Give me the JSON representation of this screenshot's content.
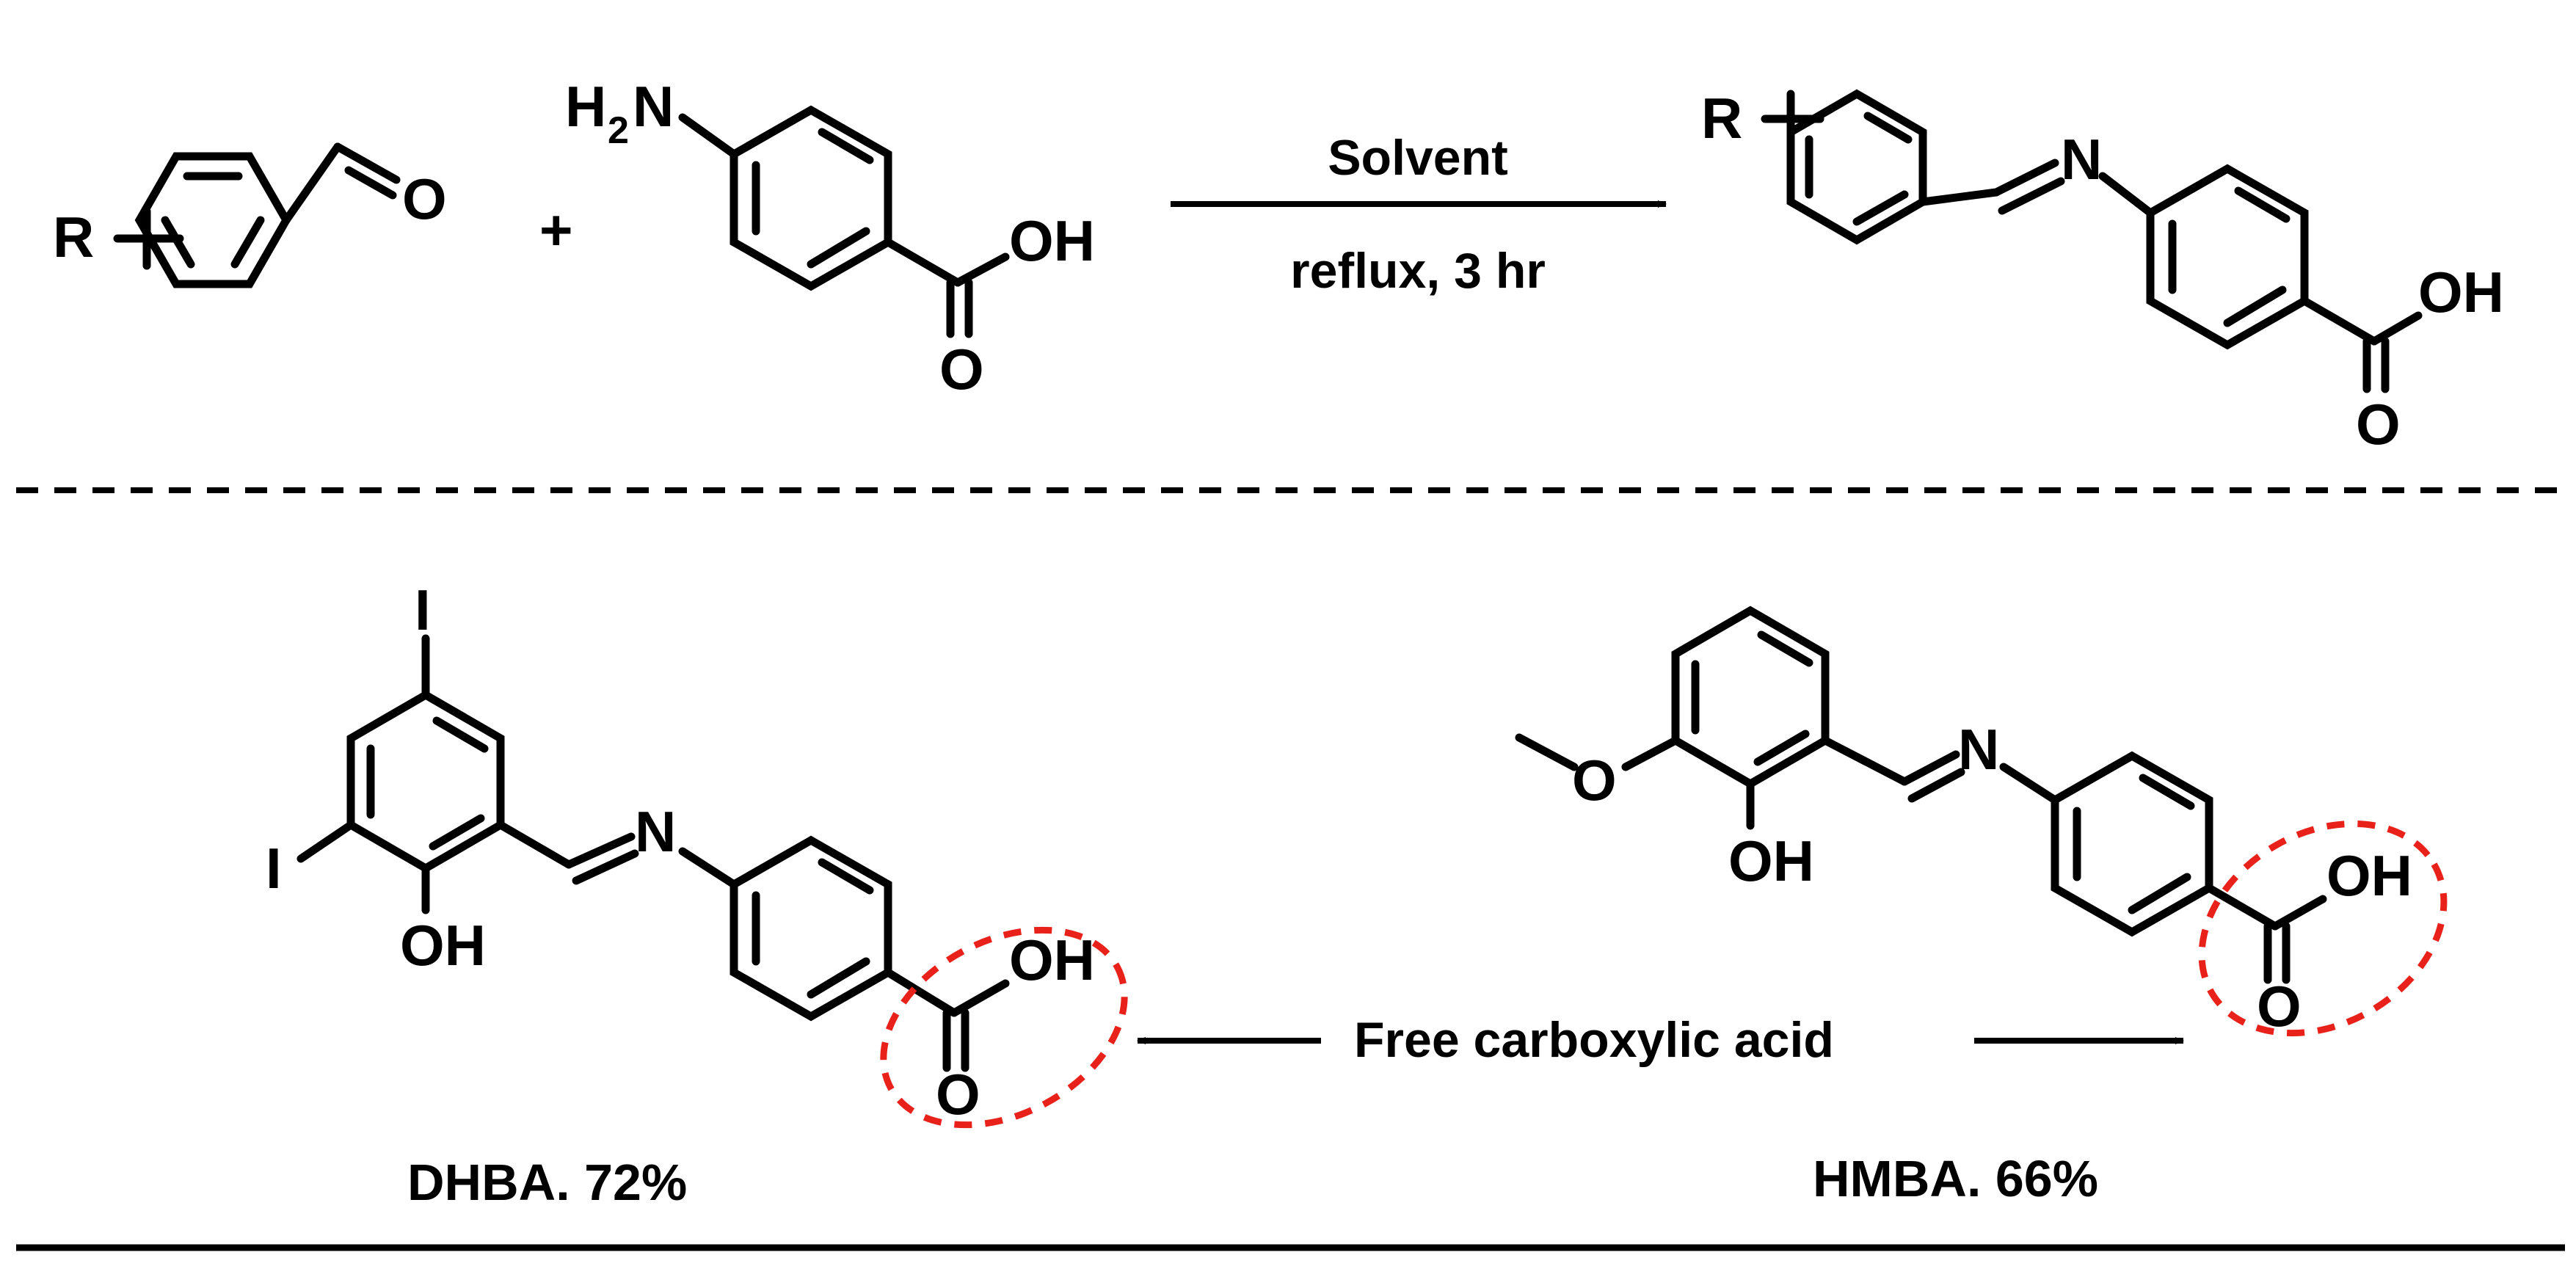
{
  "reaction": {
    "reagent_above": "Solvent",
    "conditions_below": "reflux, 3 hr",
    "plus_sign": "+"
  },
  "atoms": {
    "R": "R",
    "O": "O",
    "N": "N",
    "H": "H",
    "OH": "OH",
    "I": "I",
    "amine_subscript": "2"
  },
  "products": {
    "dhba_label": "DHBA. 72%",
    "hmba_label": "HMBA. 66%"
  },
  "annotation": {
    "label": "Free carboxylic acid"
  },
  "colors": {
    "highlight": "#e8221b",
    "ink": "#000000",
    "background": "#ffffff"
  },
  "separators": {
    "middle_style": "dashed",
    "bottom_style": "solid"
  }
}
